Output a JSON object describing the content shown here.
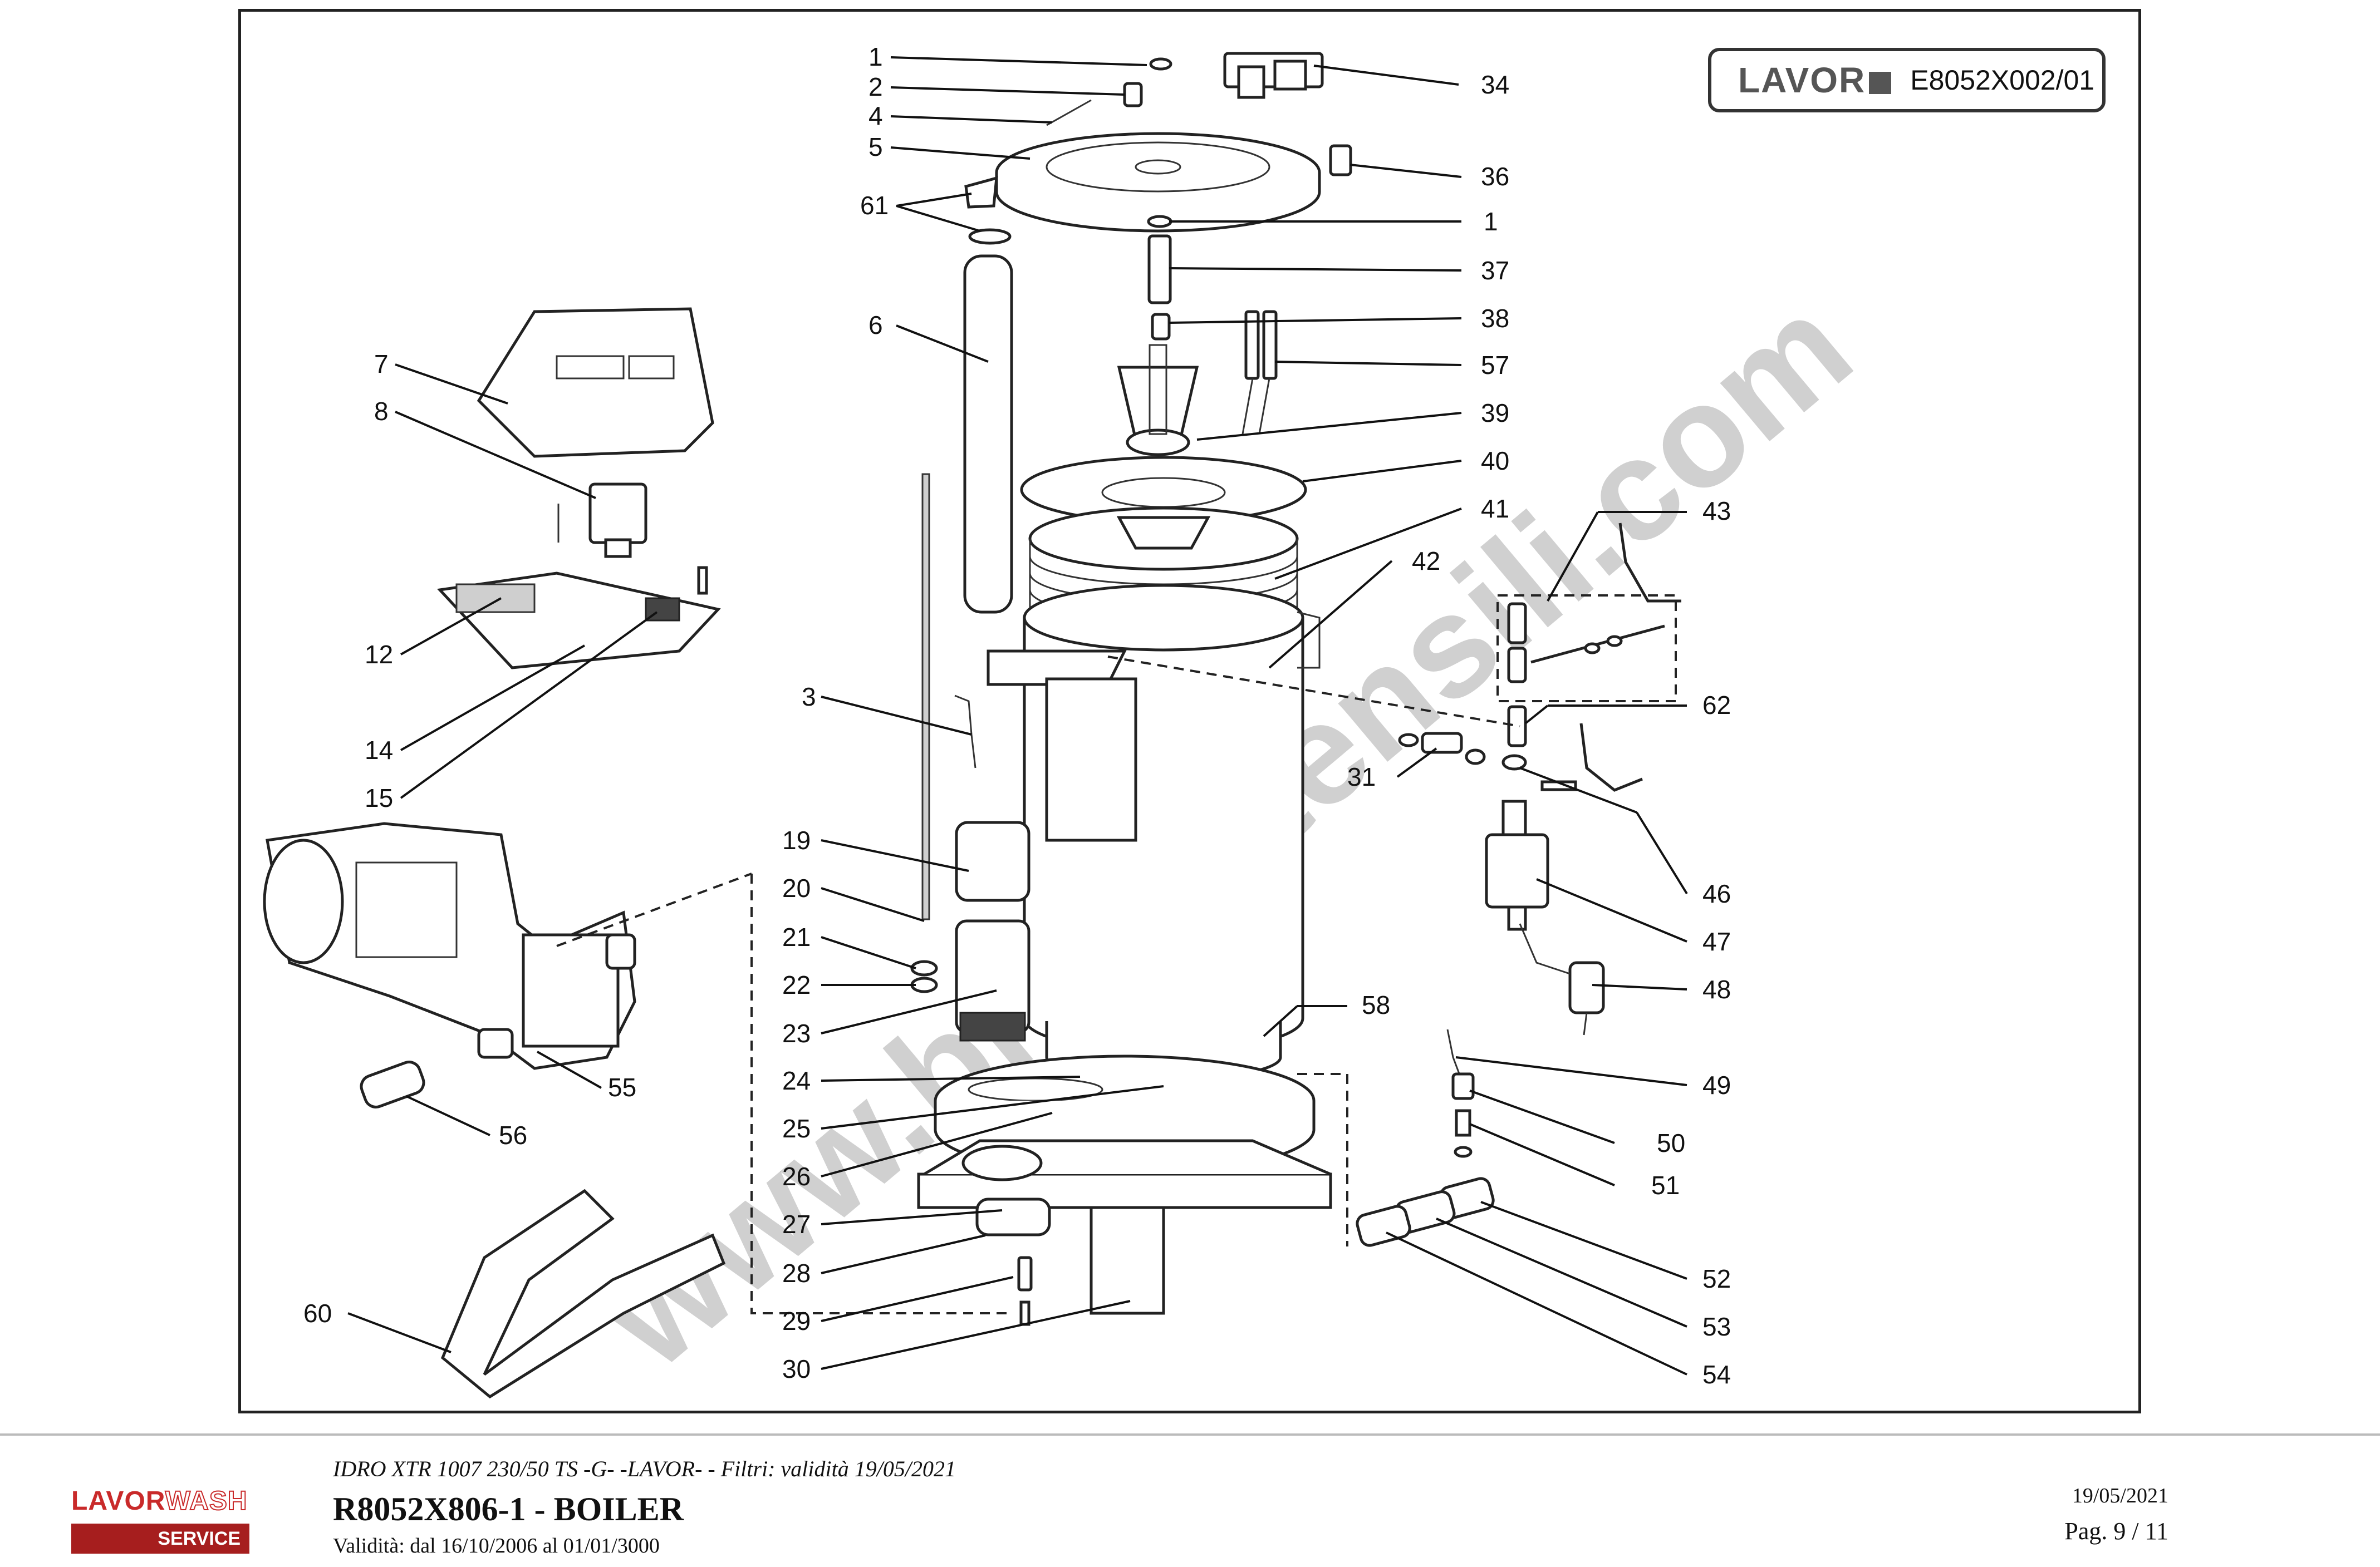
{
  "brand": {
    "logo_text": "LAVOR",
    "document_code": "E8052X002/01"
  },
  "watermark": "www.bricoutensili.com",
  "parts": {
    "p1": "1",
    "p2": "2",
    "p4": "4",
    "p5": "5",
    "p61": "61",
    "p6": "6",
    "p7": "7",
    "p8": "8",
    "p12": "12",
    "p14": "14",
    "p15": "15",
    "p3": "3",
    "p19": "19",
    "p20": "20",
    "p21": "21",
    "p22": "22",
    "p23": "23",
    "p24": "24",
    "p25": "25",
    "p26": "26",
    "p27": "27",
    "p28": "28",
    "p29": "29",
    "p30": "30",
    "p55": "55",
    "p56": "56",
    "p60": "60",
    "p34": "34",
    "p36": "36",
    "p1b": "1",
    "p37": "37",
    "p38": "38",
    "p57": "57",
    "p39": "39",
    "p40": "40",
    "p41": "41",
    "p42": "42",
    "p43": "43",
    "p62": "62",
    "p31": "31",
    "p46": "46",
    "p47": "47",
    "p48": "48",
    "p58": "58",
    "p49": "49",
    "p50": "50",
    "p51": "51",
    "p52": "52",
    "p53": "53",
    "p54": "54"
  },
  "footer": {
    "logo_left": "LAVOR",
    "logo_right": "WASH",
    "logo_bar": "SERVICE",
    "subtitle": "IDRO XTR 1007 230/50 TS -G- -LAVOR- - Filtri: validità 19/05/2021",
    "title": "R8052X806-1 - BOILER",
    "validity": "Validità: dal 16/10/2006 al 01/01/3000",
    "date": "19/05/2021",
    "page": "Pag. 9 / 11"
  }
}
